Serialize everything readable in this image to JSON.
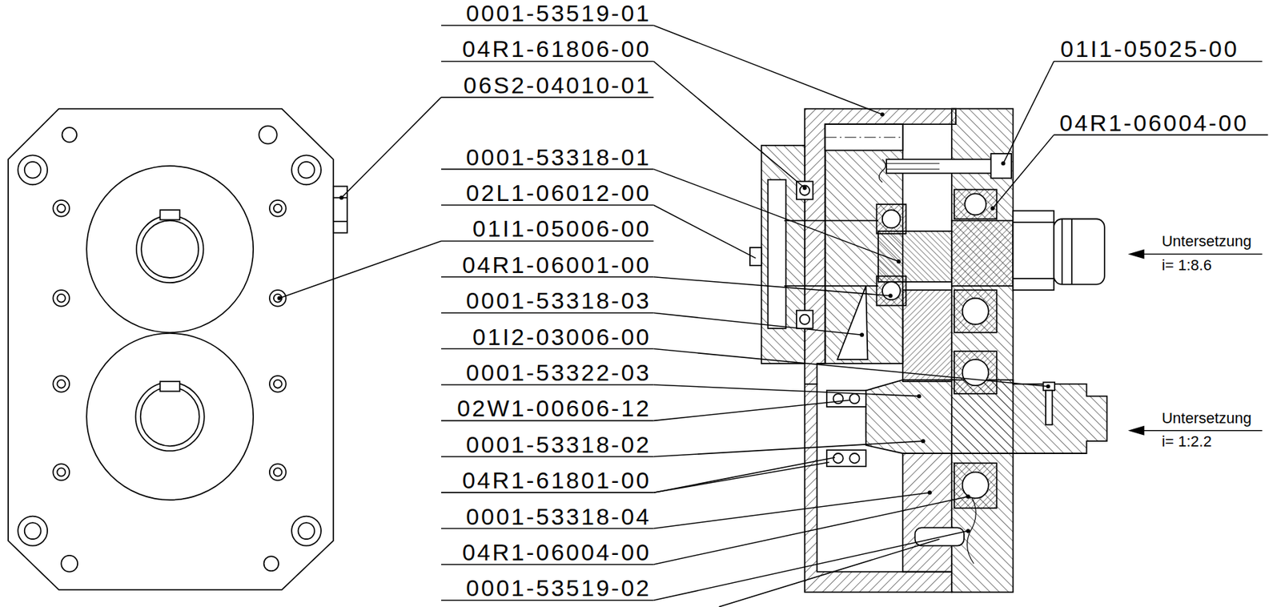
{
  "diagram": {
    "labels": [
      "0001-53519-01",
      "04R1-61806-00",
      "06S2-04010-01",
      "0001-53318-01",
      "02L1-06012-00",
      "01I1-05006-00",
      "04R1-06001-00",
      "0001-53318-03",
      "01I2-03006-00",
      "0001-53322-03",
      "02W1-00606-12",
      "0001-53318-02",
      "04R1-61801-00",
      "0001-53318-04",
      "04R1-06004-00",
      "0001-53519-02",
      "01I1-05025-00",
      "04R1-06004-00",
      "Untersetzung",
      "i= 1:8.6",
      "Untersetzung",
      "i= 1:2.2"
    ]
  }
}
